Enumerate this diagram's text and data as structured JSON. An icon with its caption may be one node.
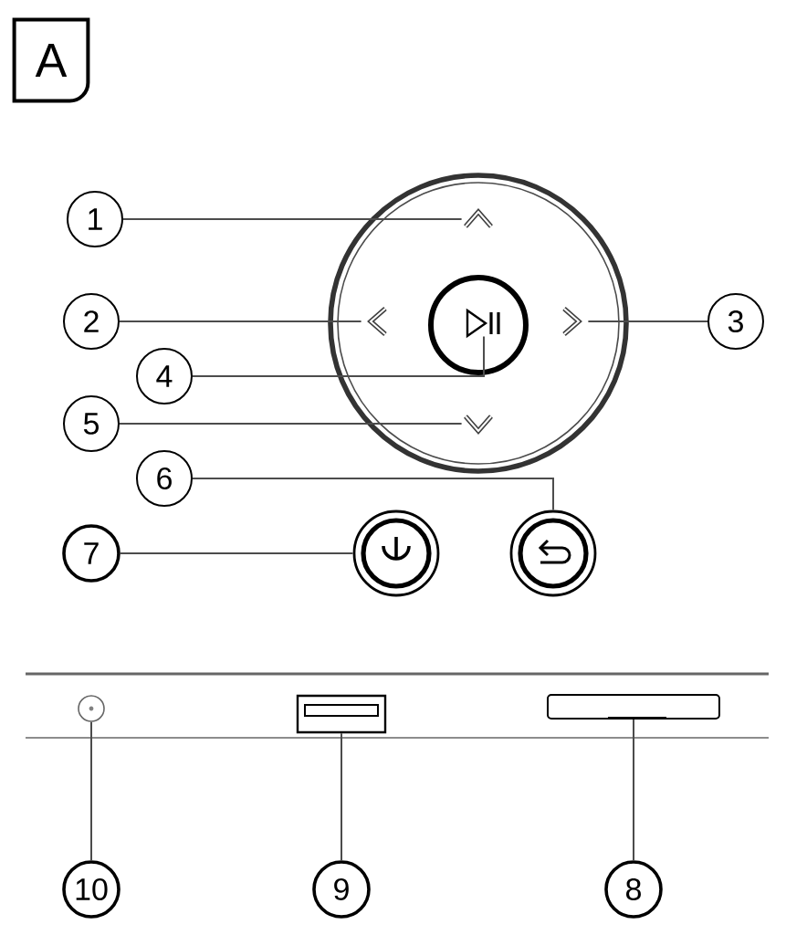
{
  "diagram": {
    "nodes": [
      {
        "text": [
          "A"
        ]
      },
      {
        "text": [
          "1"
        ]
      },
      {
        "text": [
          "2"
        ]
      },
      {
        "text": [
          "3"
        ]
      },
      {
        "text": [
          "4"
        ]
      },
      {
        "text": [
          "5"
        ]
      },
      {
        "text": [
          "6"
        ]
      },
      {
        "text": [
          "7"
        ]
      },
      {
        "text": [
          "10"
        ]
      },
      {
        "text": [
          "9"
        ]
      },
      {
        "text": [
          "8"
        ]
      },
      {
        "text": [],
        "shape": "chevron"
      },
      {
        "text": [],
        "shape": "chevron"
      },
      {
        "text": [],
        "shape": "chevron"
      },
      {
        "text": [],
        "shape": "button"
      },
      {
        "text": [],
        "shape": "icon",
        "in": 14
      },
      {
        "text": [],
        "shape": "chevron"
      },
      {
        "text": [],
        "shape": "button"
      },
      {
        "text": [],
        "shape": "button"
      },
      {
        "text": [],
        "shape": "circle"
      },
      {
        "text": [],
        "shape": "port"
      },
      {
        "text": [],
        "shape": "slot"
      }
    ],
    "edges": [
      {
        "from": 1,
        "to": 11,
        "arrow": "none"
      },
      {
        "from": 2,
        "to": 12,
        "arrow": "none"
      },
      {
        "from": 3,
        "to": 13,
        "arrow": "none"
      },
      {
        "from": 4,
        "to": 15,
        "arrow": "none"
      },
      {
        "from": 5,
        "to": 16,
        "arrow": "none"
      },
      {
        "from": 6,
        "to": 18,
        "arrow": "none"
      },
      {
        "from": 7,
        "to": 17,
        "arrow": "none"
      },
      {
        "from": 8,
        "to": 19,
        "arrow": "none"
      },
      {
        "from": 9,
        "to": 20,
        "arrow": "none"
      },
      {
        "from": 10,
        "to": 21,
        "arrow": "none"
      }
    ]
  }
}
